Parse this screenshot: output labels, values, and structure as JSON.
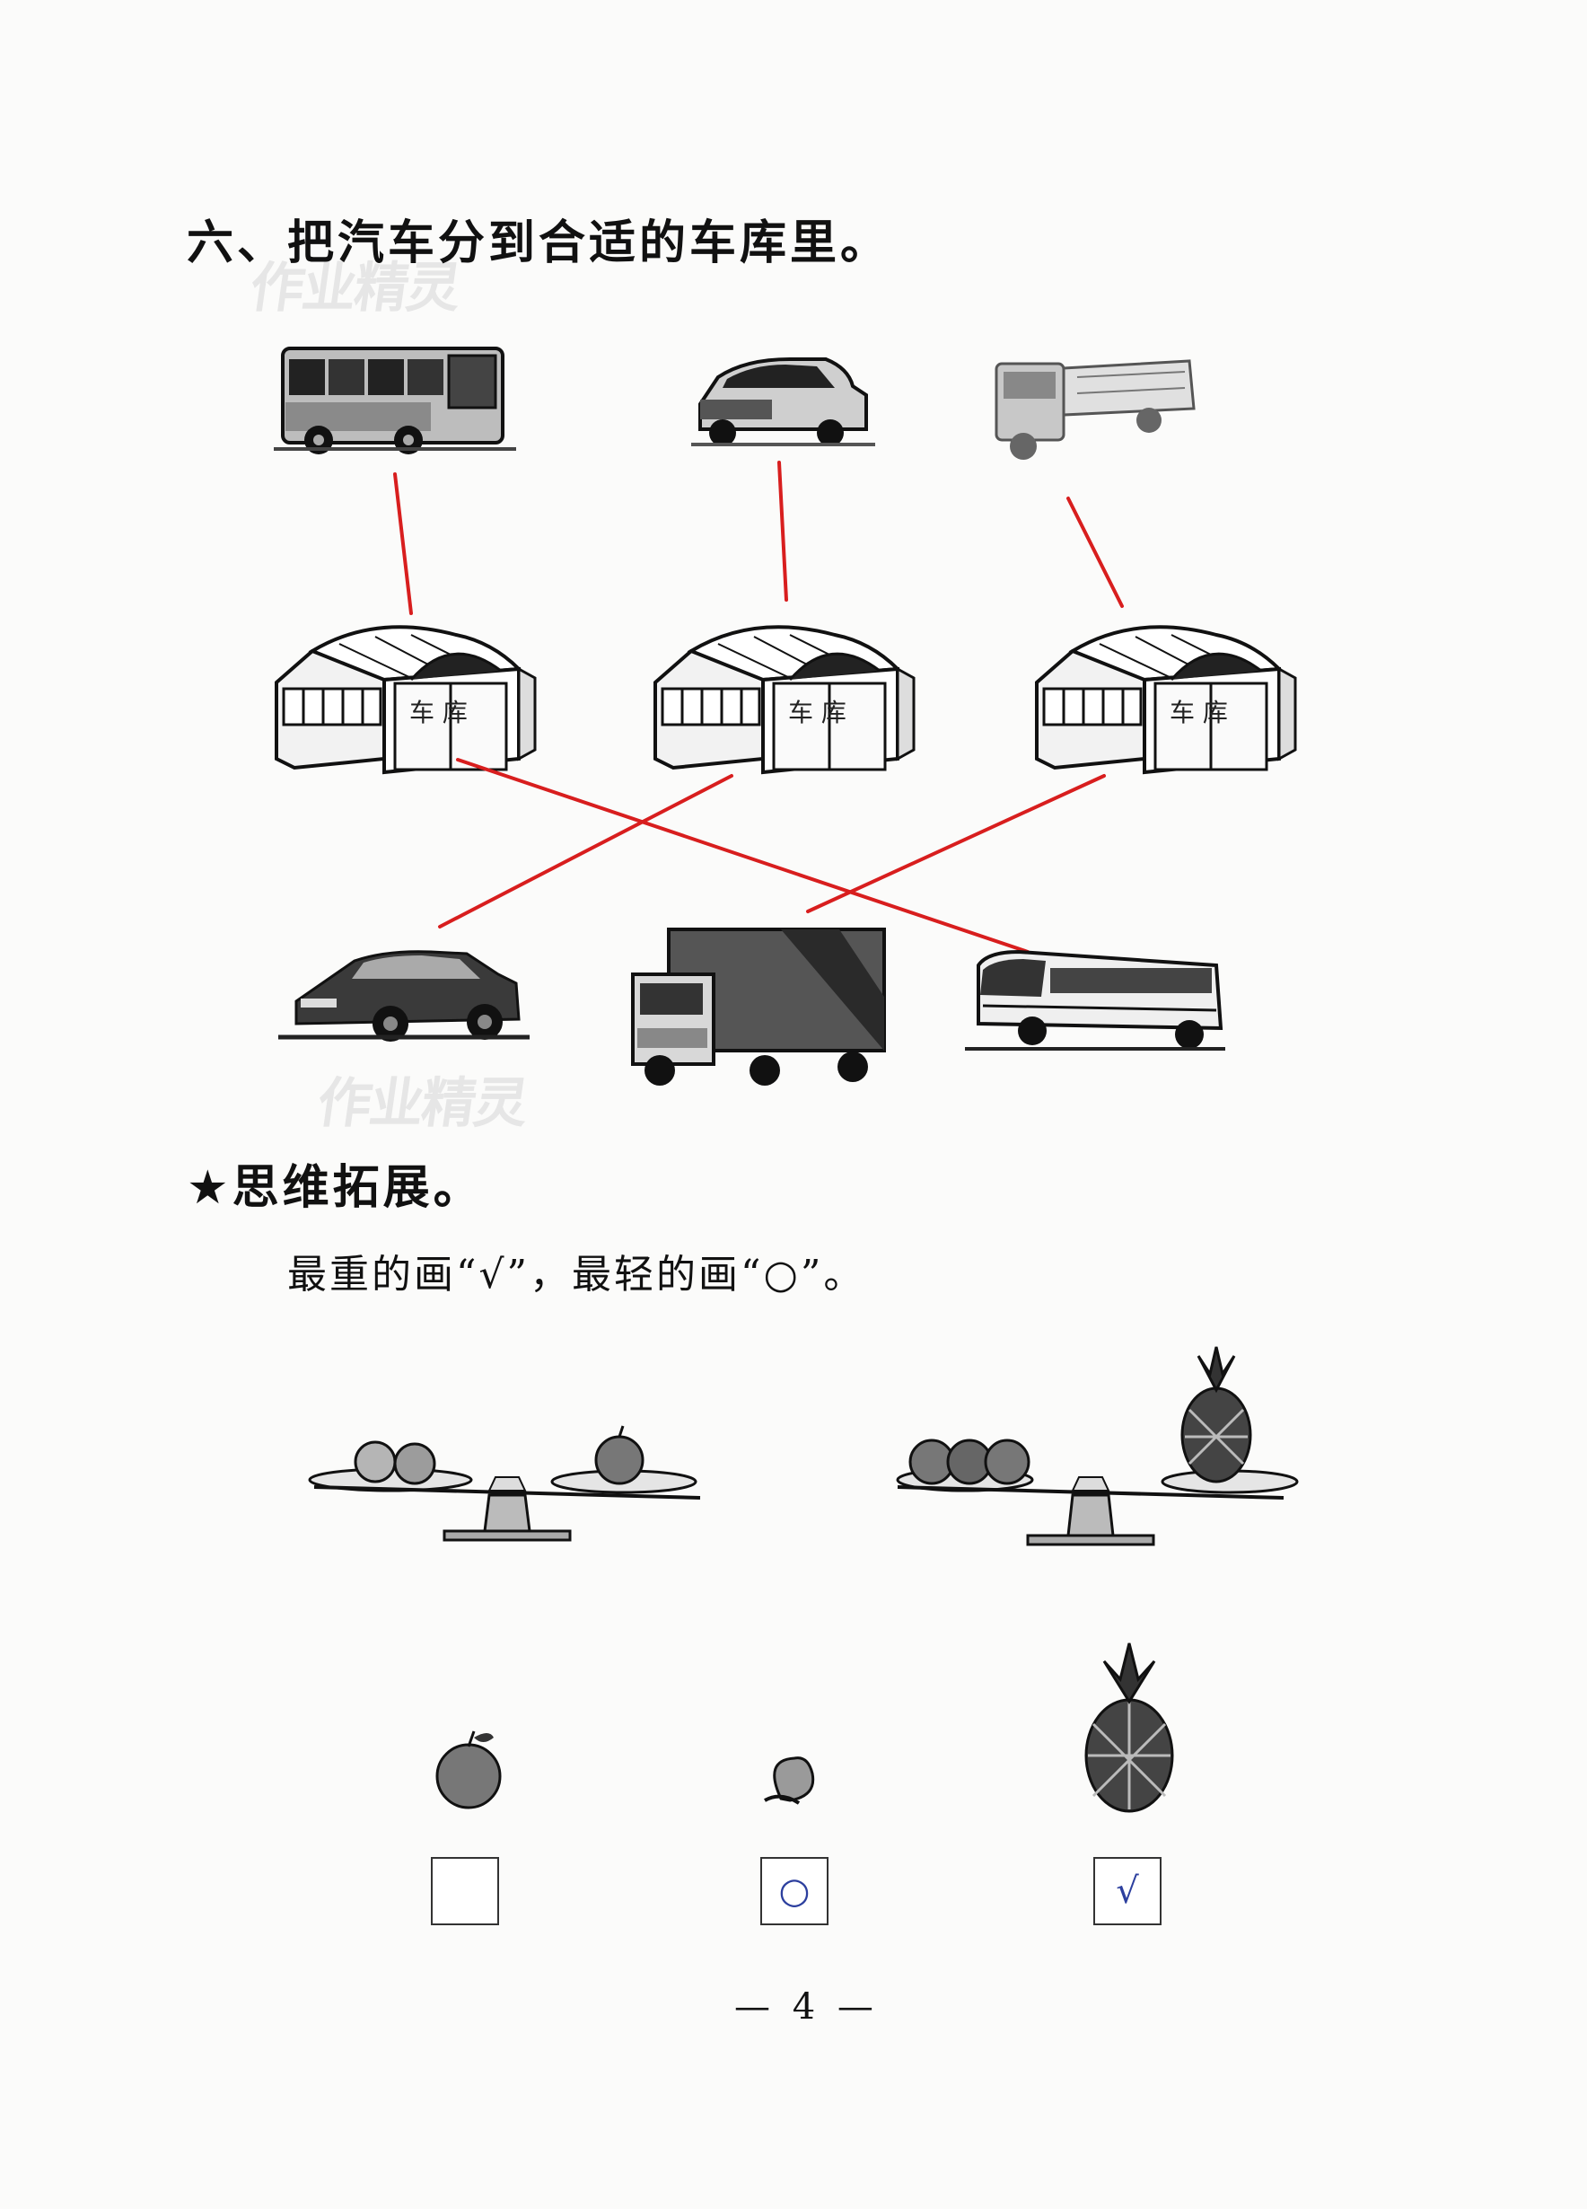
{
  "section6": {
    "title": "六、把汽车分到合适的车库里。",
    "garage_label": "车 库"
  },
  "extension": {
    "title": "★思维拓展。",
    "instruction": "最重的画“√”，最轻的画“○”。"
  },
  "answers": {
    "apple": "",
    "peach": "○",
    "pineapple": "√"
  },
  "watermark": "作业精灵",
  "page_number": "— 4 —",
  "colors": {
    "answer_line": "#d81e1e",
    "answer_mark": "#2c3f9e"
  }
}
